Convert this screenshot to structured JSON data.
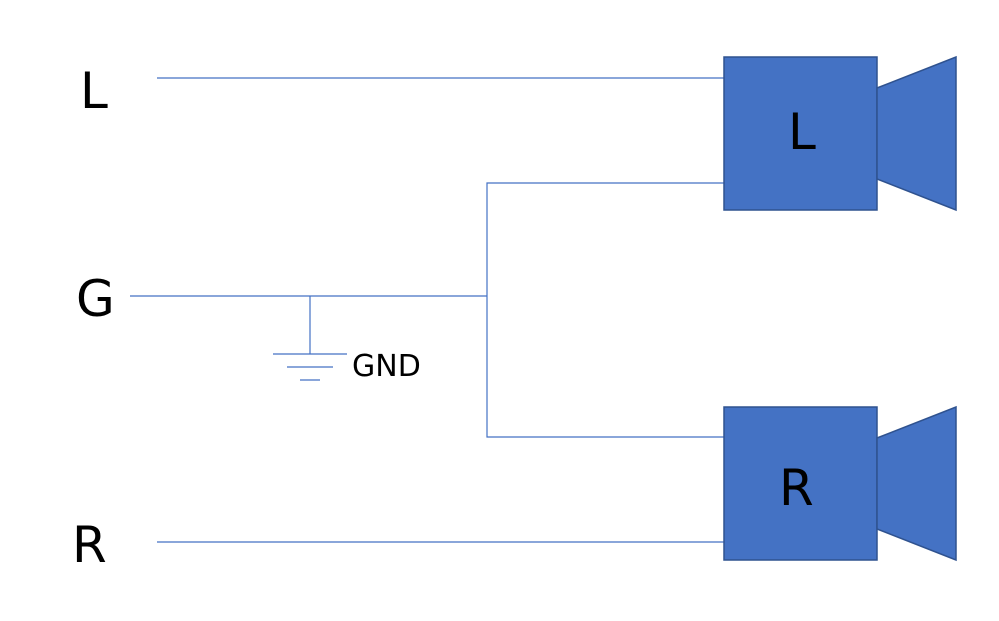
{
  "inputs": {
    "left": "L",
    "ground": "G",
    "right": "R"
  },
  "ground_symbol": {
    "label": "GND"
  },
  "speakers": {
    "left": "L",
    "right": "R"
  },
  "colors": {
    "wire": "#4472c4",
    "speaker_fill": "#4472c4",
    "speaker_stroke": "#2f528f"
  }
}
